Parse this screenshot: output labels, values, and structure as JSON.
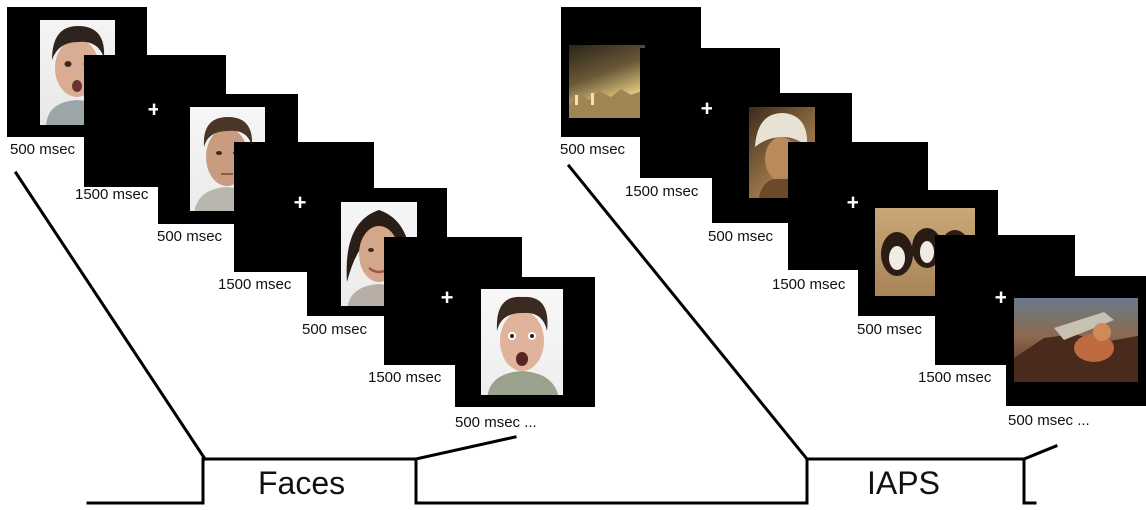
{
  "faces": {
    "group_label": "Faces",
    "durations": [
      "500 msec",
      "1500 msec",
      "500 msec",
      "1500 msec",
      "500 msec",
      "1500 msec",
      "500 msec ..."
    ],
    "fixation_symbol": "+"
  },
  "iaps": {
    "group_label": "IAPS",
    "durations": [
      "500 msec",
      "1500 msec",
      "500 msec",
      "1500 msec",
      "500 msec",
      "1500 msec",
      "500 msec ..."
    ],
    "fixation_symbol": "+"
  }
}
